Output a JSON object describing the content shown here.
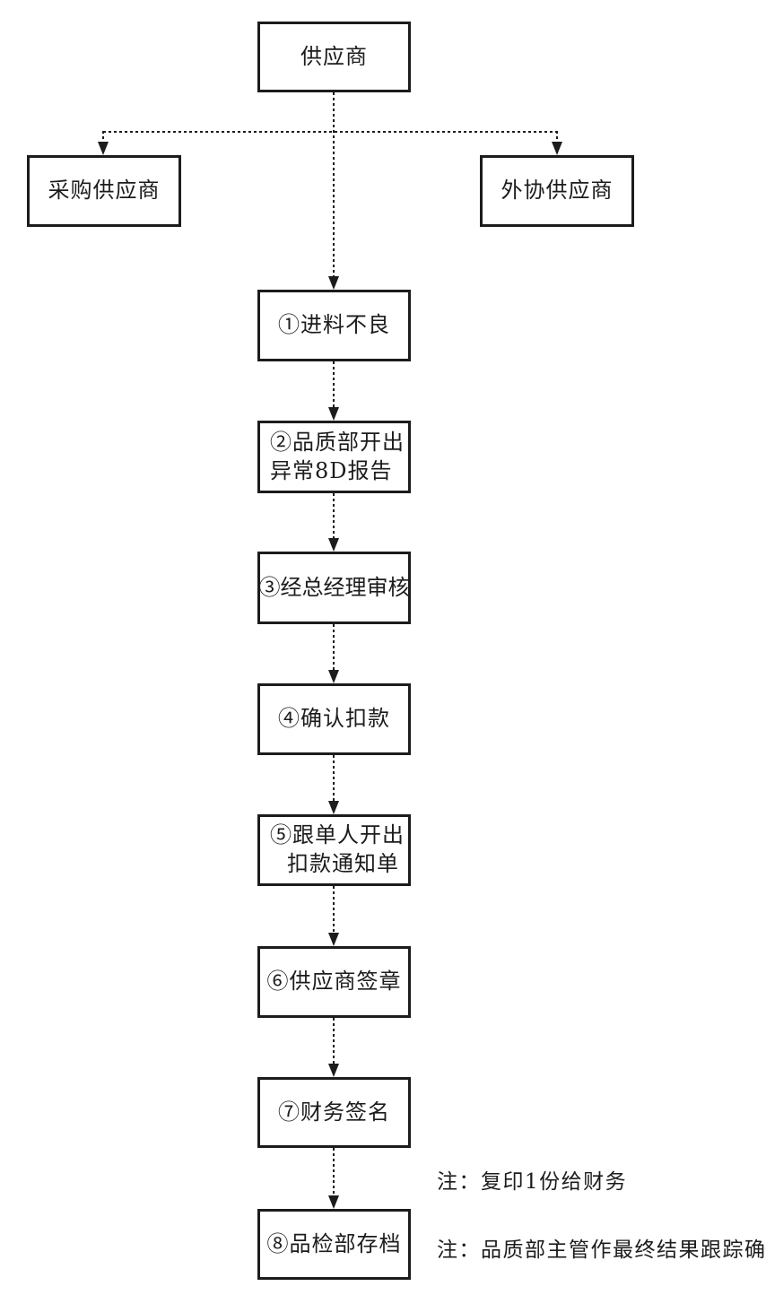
{
  "diagram": {
    "type": "flowchart",
    "colors": {
      "line": "#1c1c1c",
      "box_border": "#1c1c1c",
      "text": "#1c1c1c",
      "background": "#ffffff"
    },
    "nodes": {
      "supplier": {
        "label": "供应商"
      },
      "purchase_supplier": {
        "label": "采购供应商"
      },
      "outsource_supplier": {
        "label": "外协供应商"
      },
      "step1": {
        "label": "①进料不良"
      },
      "step2": {
        "line1": "②品质部开出",
        "line2": "异常8D报告"
      },
      "step3": {
        "label": "③经总经理审核"
      },
      "step4": {
        "label": "④确认扣款"
      },
      "step5": {
        "line1": "⑤跟单人开出",
        "line2": "扣款通知单"
      },
      "step6": {
        "label": "⑥供应商签章"
      },
      "step7": {
        "label": "⑦财务签名"
      },
      "step8": {
        "label": "⑧品检部存档"
      }
    },
    "notes": {
      "note1": "注：复印1份给财务",
      "note2": "注：品质部主管作最终结果跟踪确认"
    },
    "edges": [
      "供应商 → 采购供应商",
      "供应商 → 外协供应商",
      "供应商 → ①进料不良",
      "①进料不良 → ②品质部开出异常8D报告",
      "②品质部开出异常8D报告 → ③经总经理审核",
      "③经总经理审核 → ④确认扣款",
      "④确认扣款 → ⑤跟单人开出扣款通知单",
      "⑤跟单人开出扣款通知单 → ⑥供应商签章",
      "⑥供应商签章 → ⑦财务签名",
      "⑦财务签名 → ⑧品检部存档"
    ]
  }
}
